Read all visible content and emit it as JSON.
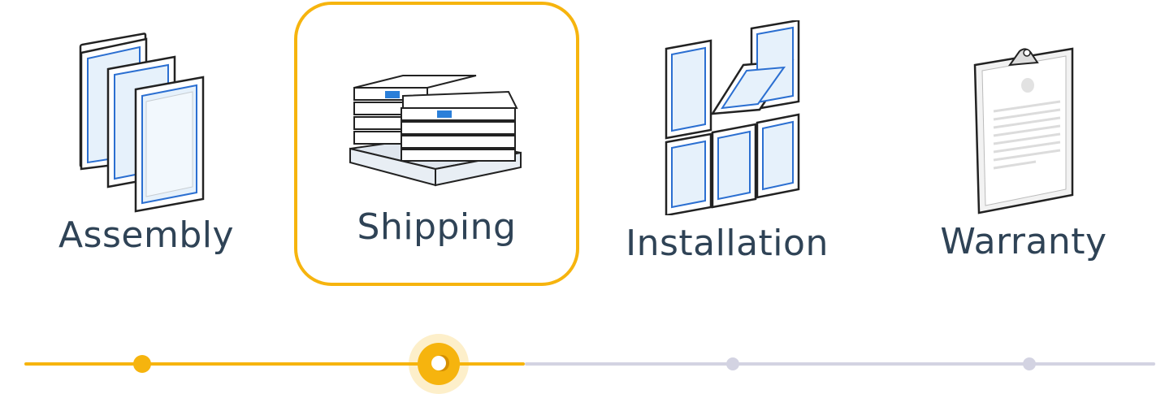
{
  "steps": [
    {
      "label": "Assembly",
      "state": "done",
      "icon": "window-frames-icon"
    },
    {
      "label": "Shipping",
      "state": "current",
      "icon": "pallet-boxes-icon"
    },
    {
      "label": "Installation",
      "state": "todo",
      "icon": "window-wall-icon"
    },
    {
      "label": "Warranty",
      "state": "todo",
      "icon": "clipboard-icon"
    }
  ],
  "progress": {
    "current_step": 2,
    "total_steps": 4
  },
  "colors": {
    "accent": "#f6b40e",
    "inactive": "#d3d3e2",
    "text": "#2f4356",
    "glass": "#e6f1fb",
    "glass_edge": "#2b6fd1"
  }
}
